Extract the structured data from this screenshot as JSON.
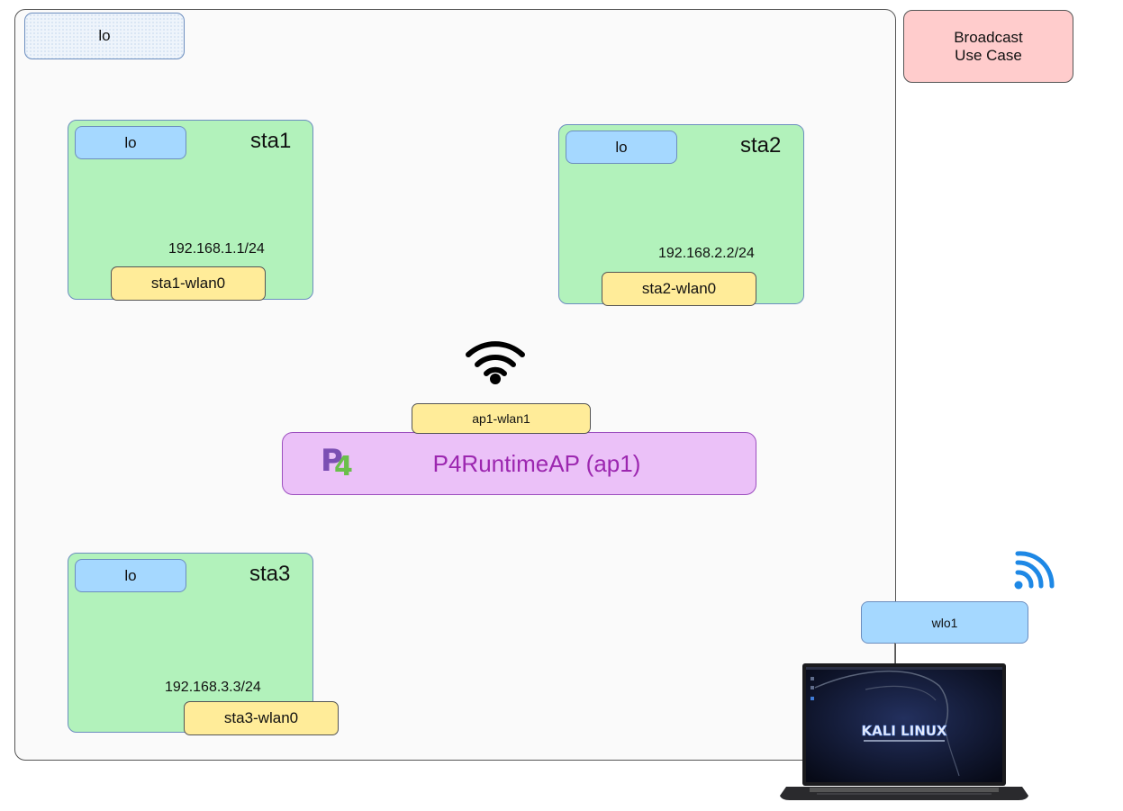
{
  "host": {
    "lo_label": "lo",
    "use_case": [
      "Broadcast",
      "Use Case"
    ],
    "wlo1_label": "wlo1"
  },
  "stations": [
    {
      "name": "sta1",
      "lo": "lo",
      "ip": "192.168.1.1/24",
      "wlan": "sta1-wlan0"
    },
    {
      "name": "sta2",
      "lo": "lo",
      "ip": "192.168.2.2/24",
      "wlan": "sta2-wlan0"
    },
    {
      "name": "sta3",
      "lo": "lo",
      "ip": "192.168.3.3/24",
      "wlan": "sta3-wlan0"
    }
  ],
  "ap": {
    "label": "P4RuntimeAP (ap1)",
    "wlan": "ap1-wlan1",
    "logo_text": "P4"
  },
  "laptop": {
    "screen_logo_text": "KALI LINUX"
  },
  "icons": {
    "ap_wifi": "wifi-icon",
    "host_wifi": "wifi-signal-icon",
    "p4_logo": "p4-logo-icon",
    "laptop": "laptop-icon"
  },
  "colors": {
    "station_fill": "#b2f2bb",
    "lo_fill": "#a5d8ff",
    "wlan_fill": "#ffec99",
    "ap_fill": "#ebc1f8",
    "ap_text": "#9c27b0",
    "use_case_fill": "#ffcccc",
    "host_wifi": "#1e88e5"
  }
}
